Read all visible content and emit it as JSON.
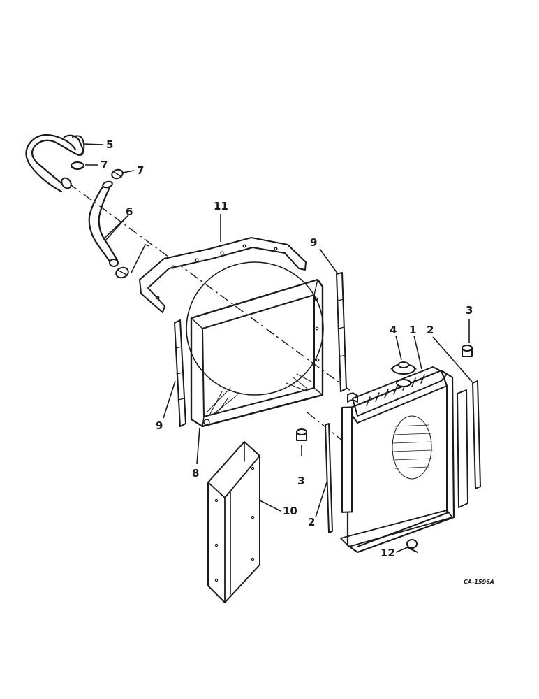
{
  "callouts": [
    {
      "id": "5",
      "label": "5"
    },
    {
      "id": "7a",
      "label": "7"
    },
    {
      "id": "7b",
      "label": "7"
    },
    {
      "id": "6",
      "label": "6"
    },
    {
      "id": "11",
      "label": "11"
    },
    {
      "id": "9a",
      "label": "9"
    },
    {
      "id": "3a",
      "label": "3"
    },
    {
      "id": "4",
      "label": "4"
    },
    {
      "id": "1",
      "label": "1"
    },
    {
      "id": "2a",
      "label": "2"
    },
    {
      "id": "9b",
      "label": "9"
    },
    {
      "id": "8",
      "label": "8"
    },
    {
      "id": "3b",
      "label": "3"
    },
    {
      "id": "10",
      "label": "10"
    },
    {
      "id": "2b",
      "label": "2"
    },
    {
      "id": "12",
      "label": "12"
    }
  ],
  "figure_code": "CA-1596A"
}
